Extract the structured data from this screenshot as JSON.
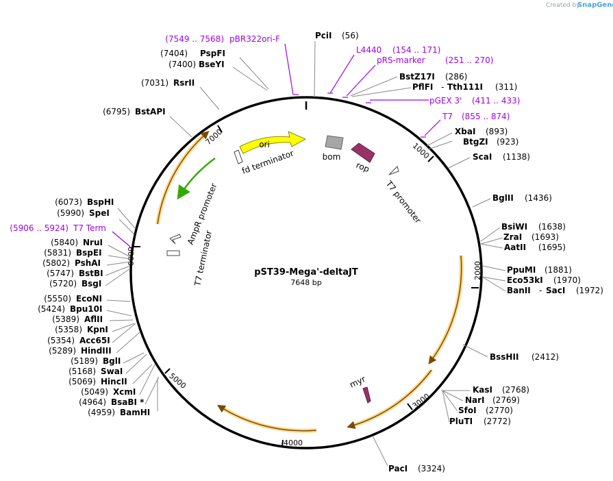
{
  "credit": {
    "created_by": "Created by",
    "brand": "SnapGene"
  },
  "plasmid": {
    "name": "pST39-Mega'-deltaJT",
    "length": "7648 bp"
  },
  "ticks": [
    "1000",
    "2000",
    "3000",
    "4000",
    "5000",
    "6000",
    "7000"
  ],
  "features": {
    "ori": "ori",
    "bom": "bom",
    "rop": "rop",
    "fd_terminator": "fd terminator",
    "t7_promoter": "T7 promoter",
    "ampr_promoter": "AmpR promoter",
    "t7_terminator": "T7 terminator",
    "myr": "myr"
  },
  "sites_left": [
    {
      "pos": "(7404)",
      "name": "PspFI"
    },
    {
      "pos": "(7400)",
      "name": "BseYI"
    },
    {
      "pos": "(7031)",
      "name": "RsrII"
    },
    {
      "pos": "(6795)",
      "name": "BstAPI"
    },
    {
      "pos": "(6073)",
      "name": "BspHI"
    },
    {
      "pos": "(5990)",
      "name": "SpeI"
    },
    {
      "pos": "(5840)",
      "name": "NruI"
    },
    {
      "pos": "(5831)",
      "name": "BspEI"
    },
    {
      "pos": "(5802)",
      "name": "PshAI"
    },
    {
      "pos": "(5747)",
      "name": "BstBI"
    },
    {
      "pos": "(5720)",
      "name": "BsgI"
    },
    {
      "pos": "(5550)",
      "name": "EcoNI"
    },
    {
      "pos": "(5424)",
      "name": "Bpu10I"
    },
    {
      "pos": "(5389)",
      "name": "AflII"
    },
    {
      "pos": "(5358)",
      "name": "KpnI"
    },
    {
      "pos": "(5354)",
      "name": "Acc65I"
    },
    {
      "pos": "(5289)",
      "name": "HindIII"
    },
    {
      "pos": "(5189)",
      "name": "BglI"
    },
    {
      "pos": "(5168)",
      "name": "SwaI"
    },
    {
      "pos": "(5069)",
      "name": "HincII"
    },
    {
      "pos": "(5049)",
      "name": "XcmI"
    },
    {
      "pos": "(4964)",
      "name": "BsaBI *"
    },
    {
      "pos": "(4959)",
      "name": "BamHI"
    }
  ],
  "sites_right": [
    {
      "name": "PciI",
      "pos": "(56)"
    },
    {
      "name": "BstZ17I",
      "pos": "(286)"
    },
    {
      "name": "PflFI",
      "sep": "-",
      "name2": "Tth111I",
      "pos": "(311)"
    },
    {
      "name": "XbaI",
      "pos": "(893)"
    },
    {
      "name": "BtgZI",
      "pos": "(923)"
    },
    {
      "name": "ScaI",
      "pos": "(1138)"
    },
    {
      "name": "BglII",
      "pos": "(1436)"
    },
    {
      "name": "BsiWI",
      "pos": "(1638)"
    },
    {
      "name": "ZraI",
      "pos": "(1693)"
    },
    {
      "name": "AatII",
      "pos": "(1695)"
    },
    {
      "name": "PpuMI",
      "pos": "(1881)"
    },
    {
      "name": "Eco53kI",
      "pos": "(1970)"
    },
    {
      "name": "BanII",
      "sep": "-",
      "name2": "SacI",
      "pos": "(1972)"
    },
    {
      "name": "BssHII",
      "pos": "(2412)"
    },
    {
      "name": "KasI",
      "pos": "(2768)"
    },
    {
      "name": "NarI",
      "pos": "(2769)"
    },
    {
      "name": "SfoI",
      "pos": "(2770)"
    },
    {
      "name": "PluTI",
      "pos": "(2772)"
    },
    {
      "name": "PacI",
      "pos": "(3324)"
    }
  ],
  "primers": [
    {
      "range": "(7549 .. 7568)",
      "name": "pBR322ori-F"
    },
    {
      "name": "L4440",
      "range": "(154 .. 171)"
    },
    {
      "name": "pRS-marker",
      "range": "(251 .. 270)"
    },
    {
      "name": "pGEX 3'",
      "range": "(411 .. 433)"
    },
    {
      "name": "T7",
      "range": "(855 .. 874)"
    },
    {
      "range": "(5906 .. 5924)",
      "name": "T7 Term"
    }
  ],
  "colors": {
    "backbone": "#000000",
    "primer": "#a100e6",
    "ori": "#ffff00",
    "bom": "#a6a6a6",
    "rop": "#993366",
    "orf_halo": "#ffd27a",
    "orf_stroke": "#7a4a00",
    "green_arrow": "#33aa00",
    "brand": "#4aa3df"
  }
}
